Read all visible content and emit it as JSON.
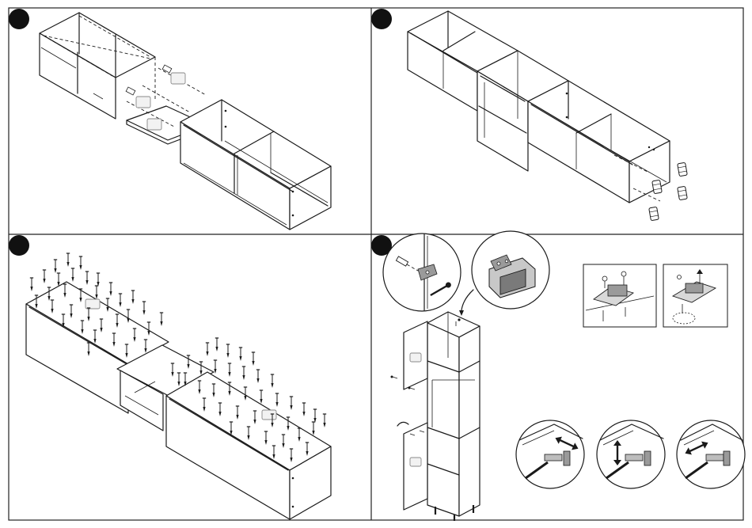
{
  "panels": [
    {
      "id": "step-1",
      "badge_color": "#111111"
    },
    {
      "id": "step-2",
      "badge_color": "#111111"
    },
    {
      "id": "step-3",
      "badge_color": "#111111"
    },
    {
      "id": "step-4",
      "badge_color": "#111111"
    }
  ],
  "colors": {
    "line": "#1a1a1a",
    "frame": "#222222",
    "tag_fill": "#f2f2f2",
    "tag_stroke": "#888888",
    "background": "#ffffff"
  },
  "icons": [
    "dowel-icon",
    "screw-icon",
    "hinge-icon",
    "bracket-icon",
    "adjust-arrow-icon",
    "screwdriver-icon",
    "leg-icon",
    "nail-icon"
  ]
}
